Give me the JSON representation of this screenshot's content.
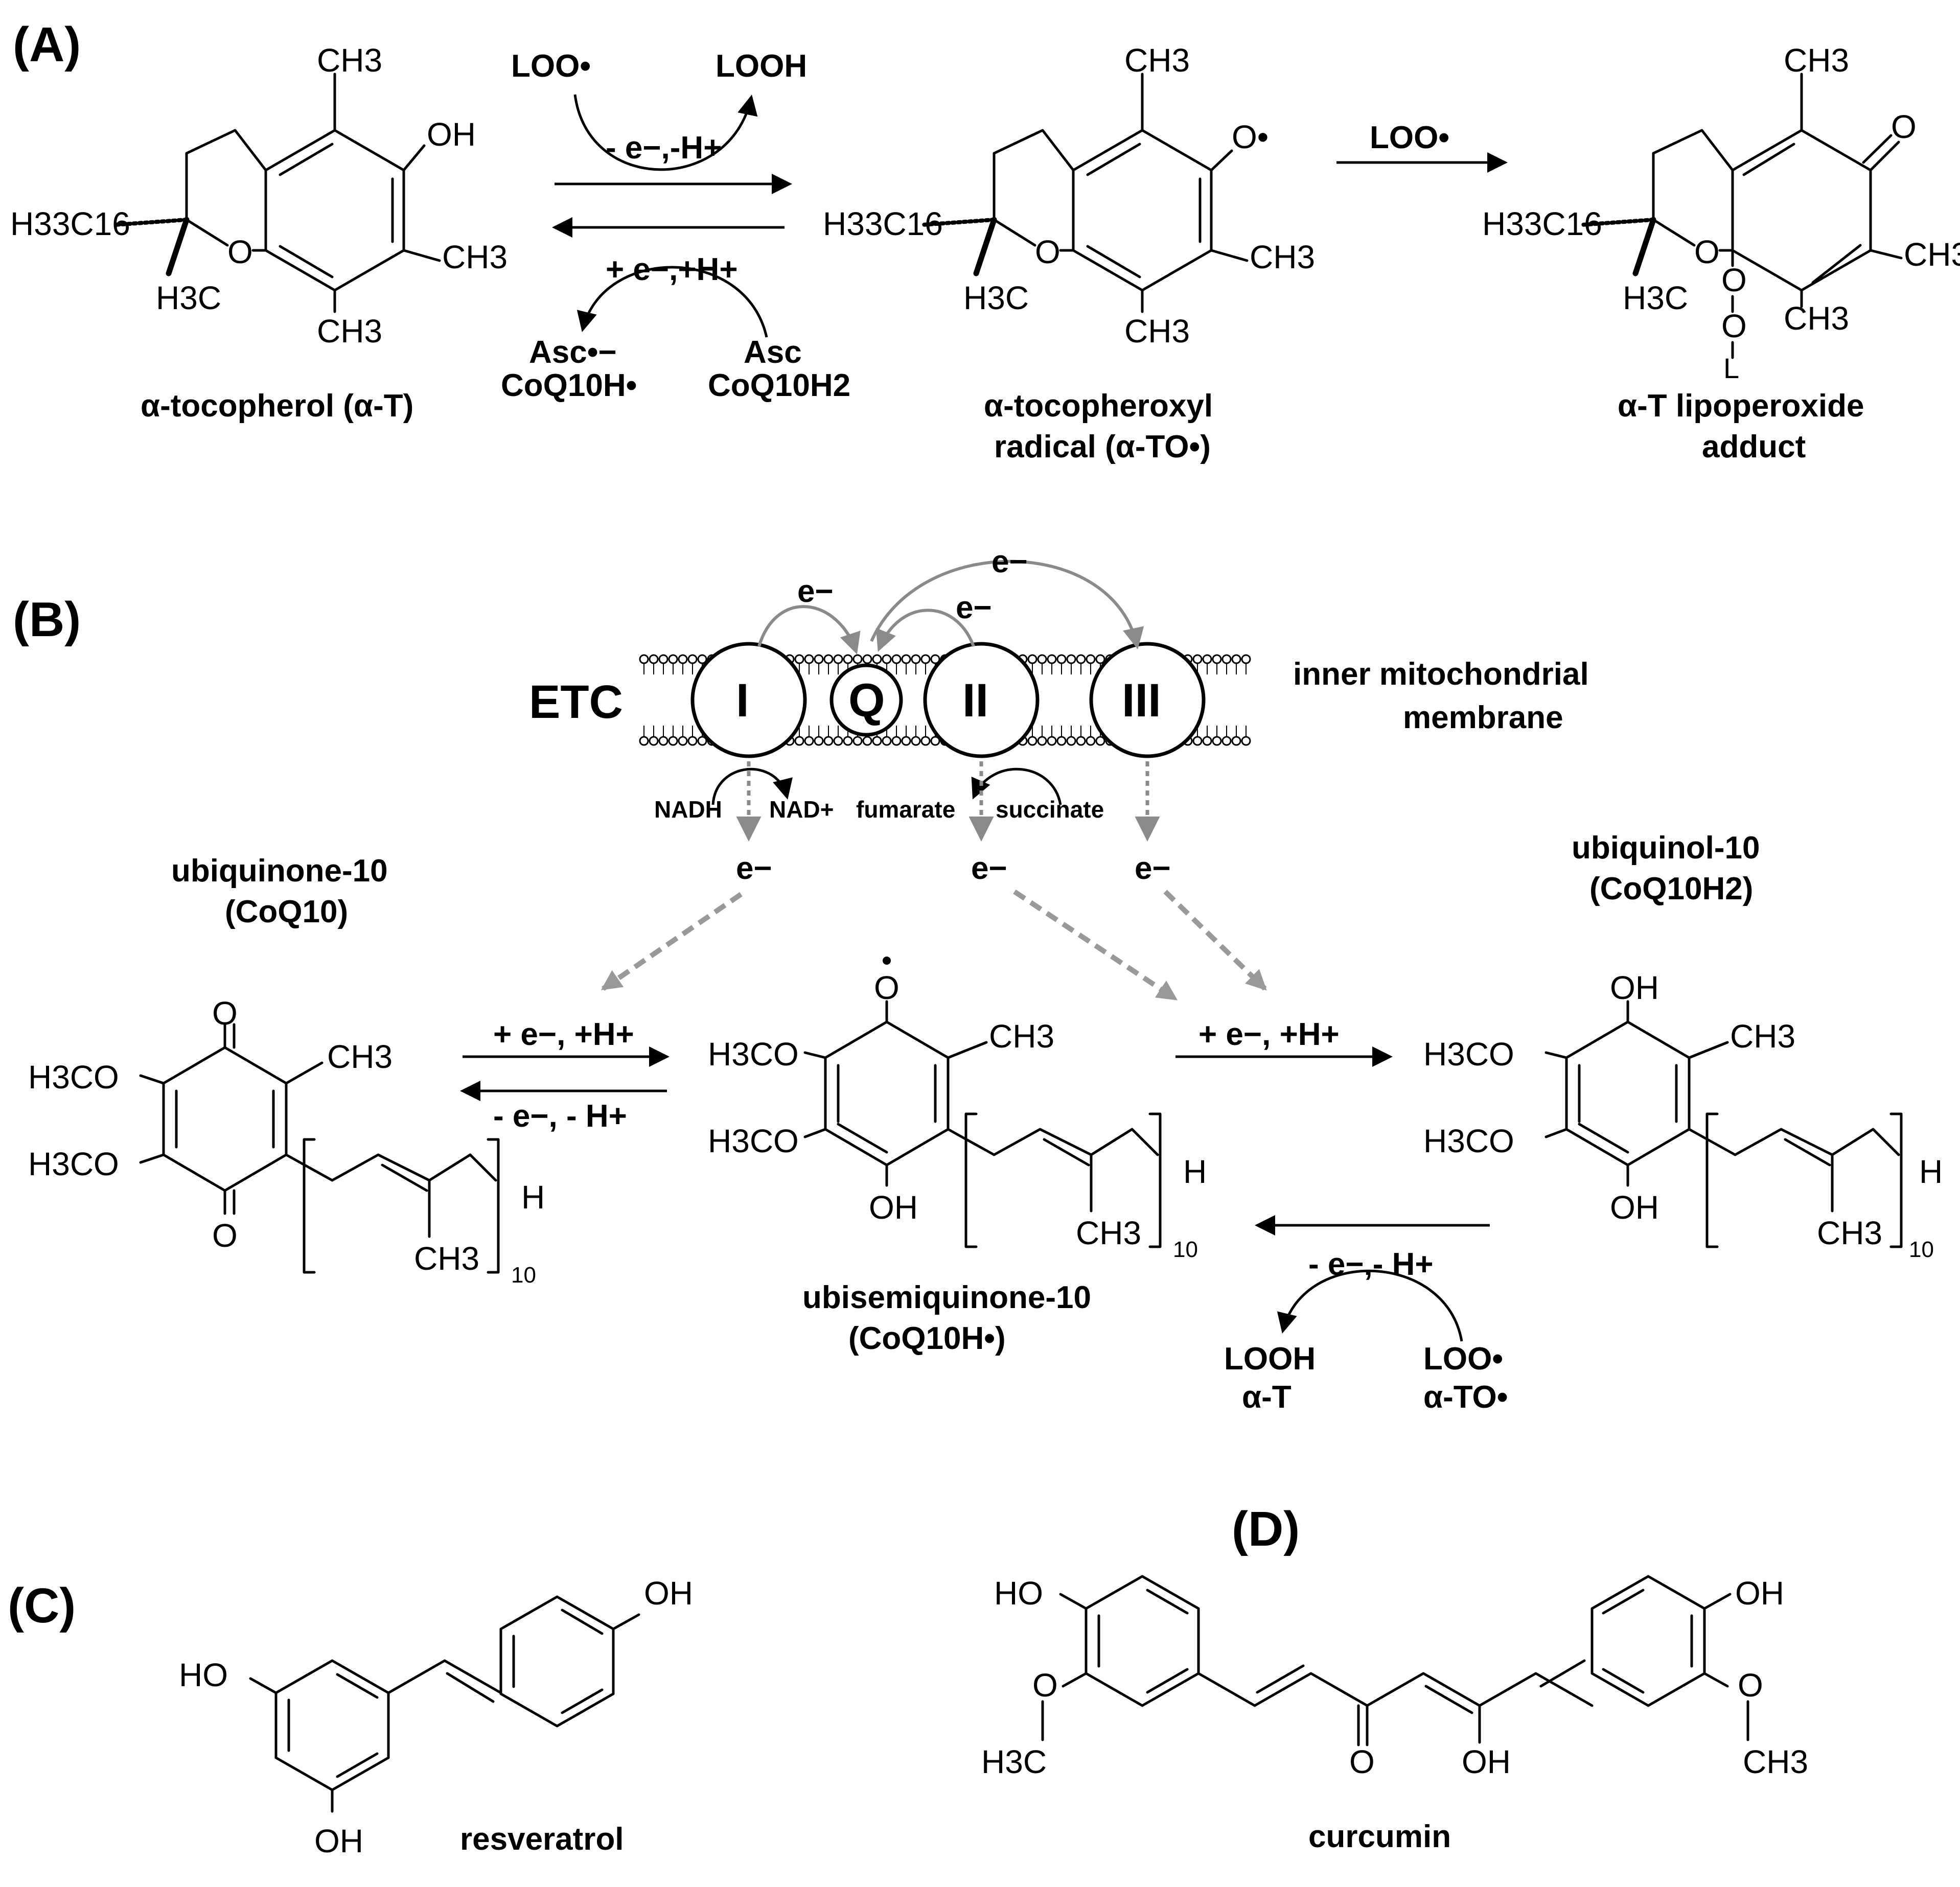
{
  "panels": {
    "a": "(A)",
    "b": "(B)",
    "c": "(C)",
    "d": "(D)"
  },
  "panel_a": {
    "tocopherol": {
      "ch3_top": "CH3",
      "oh": "OH",
      "chain": "H33C16",
      "o": "O",
      "h3c": "H3C",
      "ch3_right": "CH3",
      "ch3_bottom": "CH3"
    },
    "tocopherol_label": "α-tocopherol (α-T)",
    "forward_reactant": "LOO•",
    "forward_product": "LOOH",
    "forward_cond": "- e−,-H+",
    "reverse_cond": "+ e−,+H+",
    "reverse_product_1": "Asc•−",
    "reverse_product_2": "CoQ10H•",
    "reverse_reactant_1": "Asc",
    "reverse_reactant_2": "CoQ10H2",
    "radical": {
      "ch3_top": "CH3",
      "o_radical": "O•",
      "chain": "H33C16",
      "o": "O",
      "h3c": "H3C",
      "ch3_right": "CH3",
      "ch3_bottom": "CH3"
    },
    "radical_label_1": "α-tocopheroxyl",
    "radical_label_2": "radical (α-TO•)",
    "second_reagent": "LOO•",
    "adduct": {
      "ch3_top": "CH3",
      "o_keto": "O",
      "chain": "H33C16",
      "o": "O",
      "h3c": "H3C",
      "ch3_right": "CH3",
      "ch3_bottom": "CH3",
      "oo1": "O",
      "oo2": "O",
      "l": "L"
    },
    "adduct_label_1": "α-T lipoperoxide",
    "adduct_label_2": "adduct"
  },
  "panel_b": {
    "etc_label": "ETC",
    "complexes": [
      "I",
      "Q",
      "II",
      "III"
    ],
    "electron": "e−",
    "membrane_label_1": "inner mitochondrial",
    "membrane_label_2": "membrane",
    "nadh": "NADH",
    "nad": "NAD+",
    "fumarate": "fumarate",
    "succinate": "succinate",
    "ubiquinone_label_1": "ubiquinone-10",
    "ubiquinone_label_2": "(CoQ10)",
    "ubiquinol_label_1": "ubiquinol-10",
    "ubiquinol_label_2": "(CoQ10H2)",
    "semiquinone_label_1": "ubisemiquinone-10",
    "semiquinone_label_2": "(CoQ10H•)",
    "red_cond": "+ e−, +H+",
    "ox_cond": "- e−, - H+",
    "red_cond_2": "+ e−, +H+",
    "ox_cond_2": "- e−,- H+",
    "ox_product_1": "LOOH",
    "ox_product_2": "α-T",
    "ox_reactant_1": "LOO•",
    "ox_reactant_2": "α-TO•",
    "atoms": {
      "o": "O",
      "h3co": "H3CO",
      "ch3": "CH3",
      "oh": "OH",
      "h": "H",
      "n10": "10",
      "odot": "O"
    }
  },
  "panel_c": {
    "oh_top": "OH",
    "ho_left": "HO",
    "oh_bottom": "OH",
    "name": "resveratrol"
  },
  "panel_d": {
    "ho_left": "HO",
    "o_left": "O",
    "h3c": "H3C",
    "o_keto": "O",
    "oh_enol": "OH",
    "oh_right": "OH",
    "o_right": "O",
    "ch3": "CH3",
    "name": "curcumin"
  }
}
